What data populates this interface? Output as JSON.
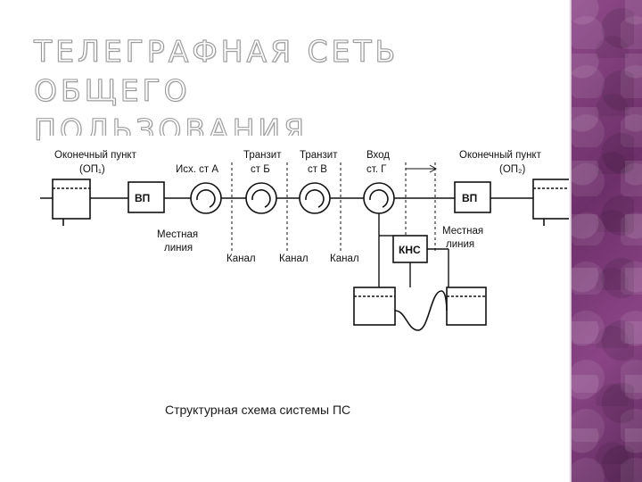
{
  "slide": {
    "title_line1": "ТЕЛЕГРАФНАЯ СЕТЬ ОБЩЕГО",
    "title_line2": "ПОЛЬЗОВАНИЯ.",
    "caption": "Структурная схема системы ПС"
  },
  "diagram": {
    "terminal_left": "Оконечный пункт",
    "terminal_left_id": "(ОП₁)",
    "terminal_right": "Оконечный пункт",
    "terminal_right_id": "(ОП₂)",
    "vp_left": "ВП",
    "vp_right": "ВП",
    "station_a": "Исх. ст  А",
    "station_b_line1": "Транзит",
    "station_b_line2": "ст  Б",
    "station_v_line1": "Транзит",
    "station_v_line2": "ст  В",
    "station_g_line1": "Вход",
    "station_g_line2": "ст.  Г",
    "local_line_left_1": "Местная",
    "local_line_left_2": "линия",
    "local_line_right_1": "Местная",
    "local_line_right_2": "линия",
    "channel_1": "Канал",
    "channel_2": "Канал",
    "channel_3": "Канал",
    "kns": "КНС"
  },
  "colors": {
    "panel": "#7d3a78",
    "title_outline": "#9a9a9a",
    "line": "#111111"
  }
}
